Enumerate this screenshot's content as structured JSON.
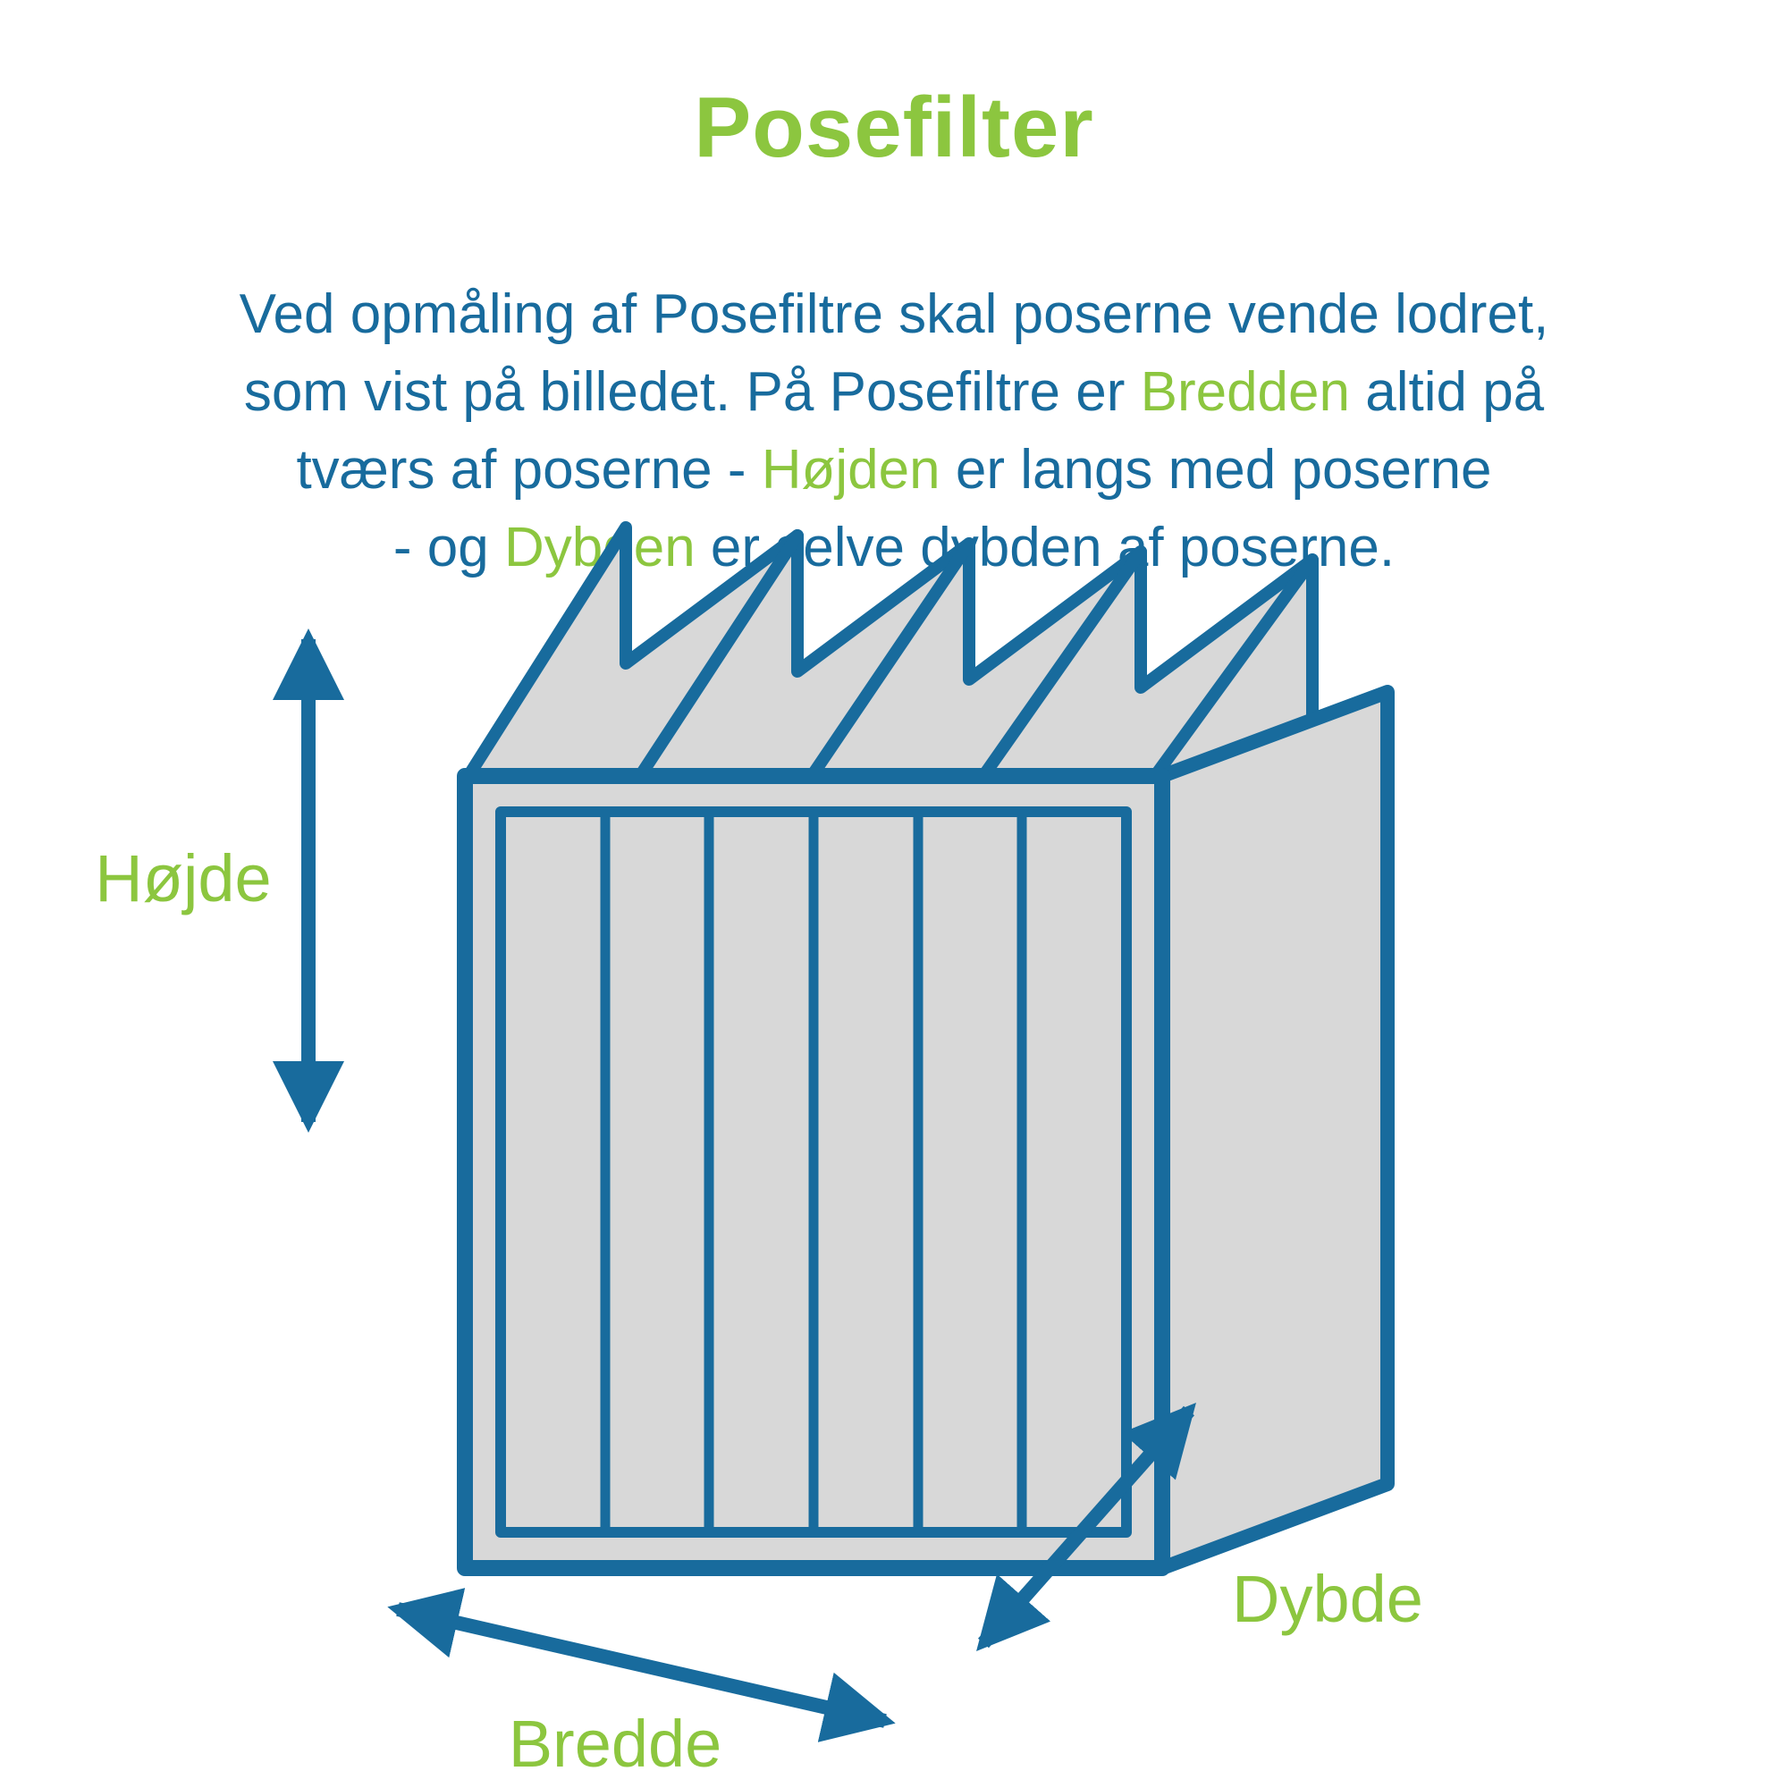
{
  "title": "Posefilter",
  "paragraph": {
    "line1": {
      "t1": "Ved opmåling af Posefiltre skal poserne vende lodret,"
    },
    "line2": {
      "t1": "som vist på billedet. På Posefiltre er ",
      "green": "Bredden",
      "t2": " altid på"
    },
    "line3": {
      "t1": "tværs af poserne - ",
      "green": "Højden",
      "t2": " er langs med poserne"
    },
    "line4": {
      "t1": "- og ",
      "green": "Dybden",
      "t2": " er selve dybden af poserne."
    }
  },
  "labels": {
    "height": "Højde",
    "width": "Bredde",
    "depth": "Dybde"
  },
  "colors": {
    "accent_green": "#8CC63F",
    "accent_blue": "#186B9D",
    "filter_fill_gray": "#D8D8D8"
  }
}
